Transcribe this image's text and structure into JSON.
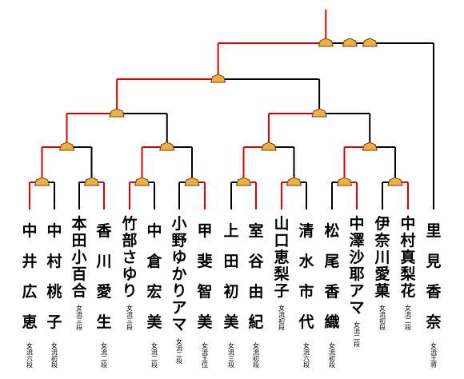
{
  "players": [
    {
      "name": "中井広恵",
      "rank": "女流六段"
    },
    {
      "name": "中村桃子",
      "rank": "女流初段"
    },
    {
      "name": "本田小百合",
      "rank": "女流三段"
    },
    {
      "name": "香川愛生",
      "rank": "女流二段"
    },
    {
      "name": "竹部さゆり",
      "rank": "女流三段"
    },
    {
      "name": "中倉宏美",
      "rank": "女流二段"
    },
    {
      "name": "小野ゆかりアマ",
      "rank": "女流二段"
    },
    {
      "name": "甲斐智美",
      "rank": "女流王位"
    },
    {
      "name": "上田初美",
      "rank": "女流三段"
    },
    {
      "name": "室谷由紀",
      "rank": "女流初段"
    },
    {
      "name": "山口恵梨子",
      "rank": "女流初段"
    },
    {
      "name": "清水市代",
      "rank": "女流六段"
    },
    {
      "name": "松尾香織",
      "rank": "女流初段"
    },
    {
      "name": "中澤沙耶アマ",
      "rank": "女流二段"
    },
    {
      "name": "伊奈川愛菓",
      "rank": "女流初段"
    },
    {
      "name": "中村真梨花",
      "rank": "女流二段"
    },
    {
      "name": "里見香奈",
      "rank": "女流王将"
    }
  ],
  "colors": {
    "winner_line": "#e00000",
    "line": "#000000",
    "piece": "#f0b040",
    "piece_edge": "#6a4010"
  }
}
